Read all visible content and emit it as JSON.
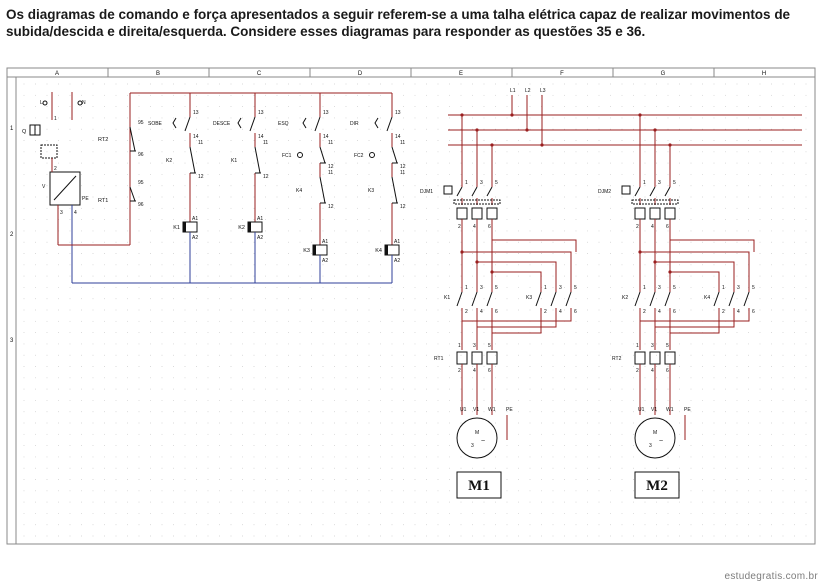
{
  "question": "Os diagramas de comando e força apresentados a seguir referem-se a uma talha elétrica capaz de realizar movimentos de subida/descida e direita/esquerda. Considere esses diagramas para responder as questões 35 e 36.",
  "watermark": "estudegratis.com.br",
  "grid": {
    "columns": [
      "A",
      "B",
      "C",
      "D",
      "E",
      "F",
      "G",
      "H"
    ],
    "rows": [
      "1",
      "2",
      "3"
    ]
  },
  "control": {
    "supply": [
      "L",
      "N"
    ],
    "main_breaker": "Q",
    "transformer": [
      "V",
      "PE"
    ],
    "overloads": [
      "RT2",
      "RT1"
    ],
    "overload_terminals": [
      "95",
      "96"
    ],
    "pushbuttons": [
      "SOBE",
      "DESCE",
      "ESQ",
      "DIR"
    ],
    "limit_switches": [
      "FC1",
      "FC2"
    ],
    "interlocks": [
      "K2",
      "K1",
      "K4",
      "K3"
    ],
    "coils": [
      "K1",
      "K2",
      "K3",
      "K4"
    ],
    "terminals": [
      "13",
      "14",
      "11",
      "12",
      "A1",
      "A2"
    ],
    "small_numbers": [
      "1",
      "2",
      "3",
      "4"
    ]
  },
  "power": {
    "phases": [
      "L1",
      "L2",
      "L3"
    ],
    "breakers": [
      "DJM1",
      "DJM2"
    ],
    "contactors": [
      "K1",
      "K2",
      "K3",
      "K4"
    ],
    "overloads": [
      "RT1",
      "RT2"
    ],
    "terminals": [
      "1",
      "2",
      "3",
      "4",
      "5",
      "6"
    ],
    "motor_terminals": [
      "U1",
      "V1",
      "W1",
      "PE"
    ],
    "motor_symbol": [
      "M",
      "3",
      "~"
    ],
    "motors": [
      "M1",
      "M2"
    ]
  }
}
